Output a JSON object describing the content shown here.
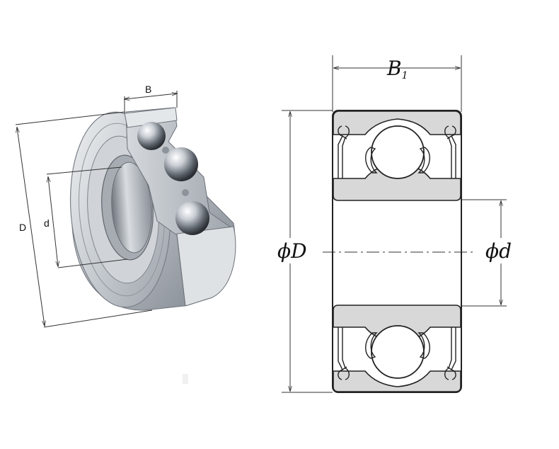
{
  "perspective_view": {
    "labels": {
      "width": "B",
      "outer_diameter": "D",
      "bore": "d"
    }
  },
  "section_view": {
    "labels": {
      "width_main": "B",
      "width_subscript": "1",
      "outer_diameter": "ϕD",
      "bore": "ϕd"
    }
  },
  "colors": {
    "ring_fill": "#d8d8d8",
    "ball_fill": "#ffffff",
    "outline": "#222222",
    "dimension_line": "#333333",
    "steel_light": "#e6e9ec",
    "steel_dark": "#7a8088"
  }
}
